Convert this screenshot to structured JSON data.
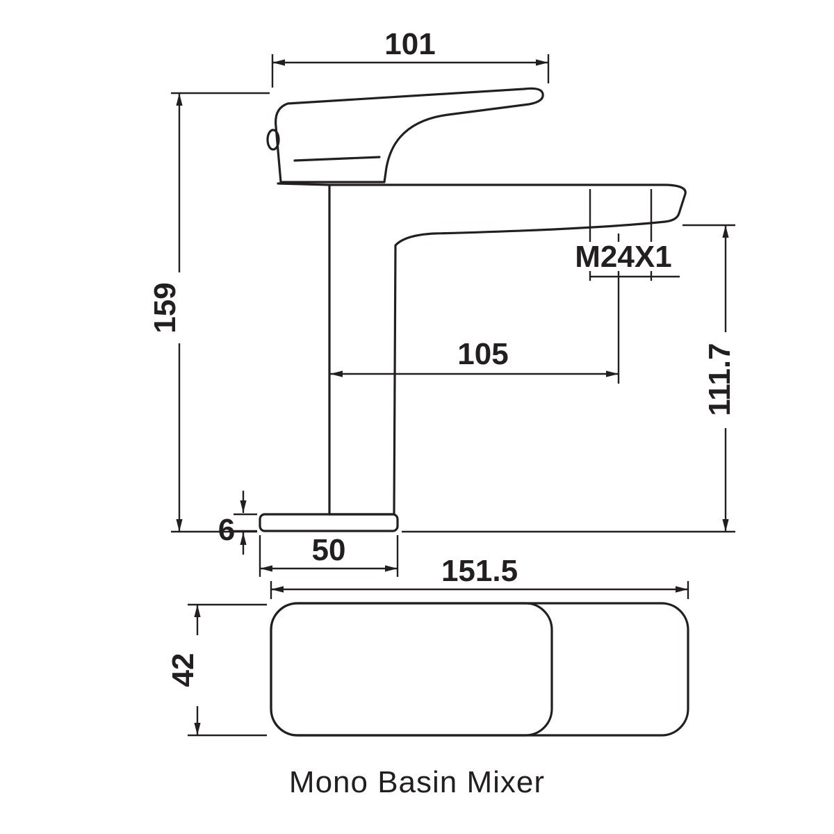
{
  "drawing": {
    "title": "Mono Basin Mixer",
    "dimensions": {
      "handle_length": "101",
      "overall_height": "159",
      "spout_projection": "105",
      "thread_size": "M24X1",
      "outlet_height": "111.7",
      "base_plate_thickness": "6",
      "base_width": "50",
      "overall_length": "151.5",
      "body_depth": "42"
    }
  },
  "colors": {
    "line": "#231f20",
    "background": "#ffffff"
  }
}
